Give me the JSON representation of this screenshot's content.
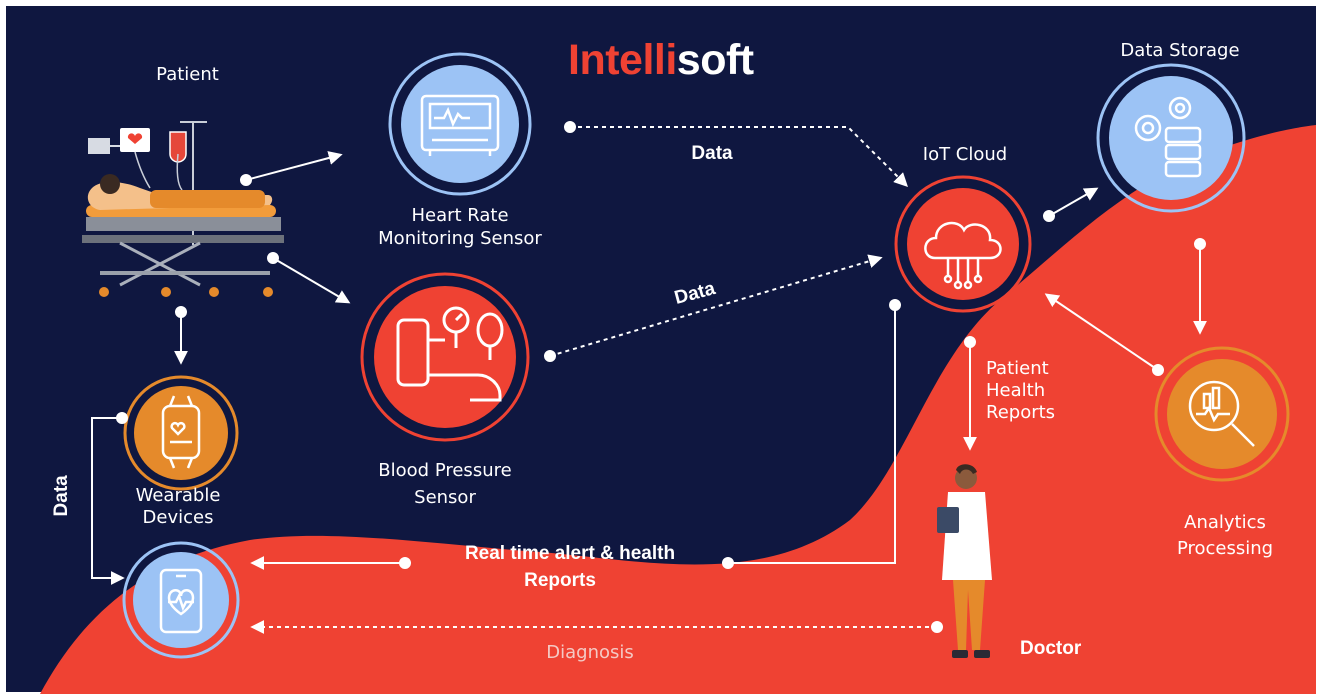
{
  "brand": {
    "logo_part1": "Intelli",
    "logo_part2": "soft"
  },
  "colors": {
    "navy": "#0f1740",
    "red": "#ef4233",
    "sensor_blue": "#9cc3f5",
    "orange": "#e58a2b",
    "white": "#ffffff"
  },
  "nodes": {
    "patient": "Patient",
    "heart_rate_line1": "Heart Rate",
    "heart_rate_line2": "Monitoring Sensor",
    "blood_pressure_line1": "Blood Pressure",
    "blood_pressure_line2": "Sensor",
    "wearable_line1": "Wearable",
    "wearable_line2": "Devices",
    "iot_cloud": "IoT Cloud",
    "data_storage": "Data Storage",
    "analytics_line1": "Analytics",
    "analytics_line2": "Processing",
    "doctor": "Doctor"
  },
  "flows": {
    "data_top": "Data",
    "data_middle": "Data",
    "data_left": "Data",
    "reports_line1": "Patient",
    "reports_line2": "Health",
    "reports_line3": "Reports",
    "alert_line1": "Real time alert & health",
    "alert_line2": "Reports",
    "diagnosis": "Diagnosis"
  },
  "icons": {
    "heart_rate": "heart-rate-monitor-icon",
    "blood_pressure": "blood-pressure-cuff-icon",
    "wearable": "smartwatch-icon",
    "phone": "smartphone-heart-icon",
    "cloud": "cloud-network-icon",
    "storage": "gears-database-icon",
    "analytics": "magnifier-chart-icon",
    "patient": "hospital-bed-patient-icon",
    "doctor": "doctor-with-clipboard-icon"
  }
}
